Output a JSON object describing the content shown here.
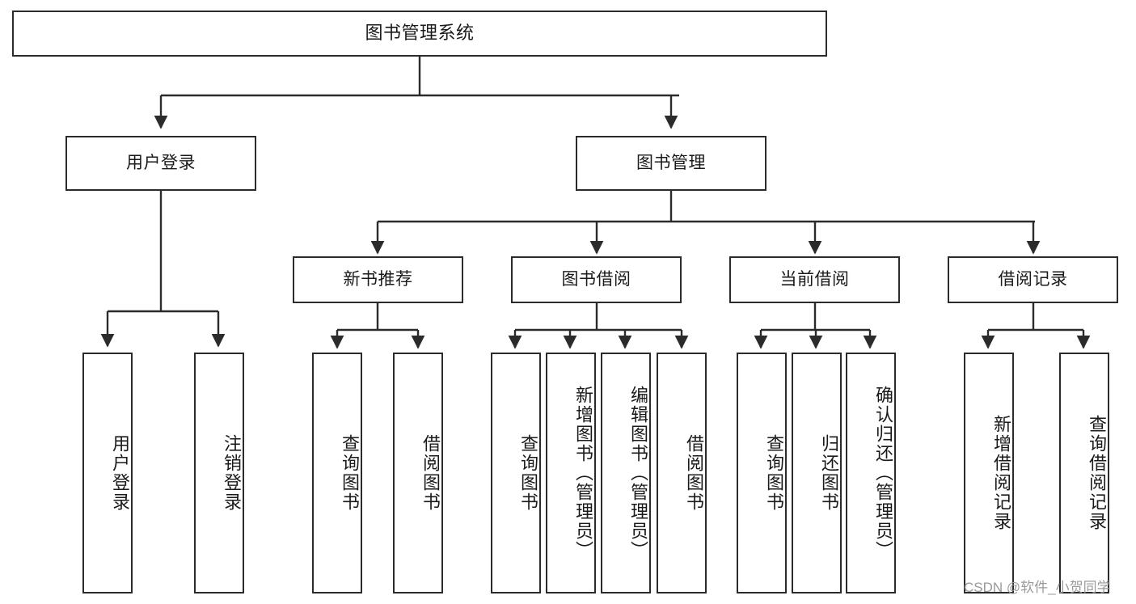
{
  "diagram": {
    "title": "图书管理系统",
    "type": "tree-hierarchy",
    "levels": 4,
    "colors": {
      "stroke": "#2b2b2b",
      "fill": "#ffffff",
      "text": "#1a1a1a",
      "watermark": "#9a9a9a"
    },
    "root": {
      "label": "图书管理系统"
    },
    "level2": [
      {
        "label": "用户登录"
      },
      {
        "label": "图书管理"
      }
    ],
    "level3": [
      {
        "label": "新书推荐"
      },
      {
        "label": "图书借阅"
      },
      {
        "label": "当前借阅"
      },
      {
        "label": "借阅记录"
      }
    ],
    "leaves": {
      "user_login": [
        {
          "label": "用户登录"
        },
        {
          "label": "注销登录"
        }
      ],
      "new_book_recommend": [
        {
          "label": "查询图书"
        },
        {
          "label": "借阅图书"
        }
      ],
      "book_borrow": [
        {
          "label": "查询图书"
        },
        {
          "label": "新增图书（管理员）"
        },
        {
          "label": "编辑图书（管理员）"
        },
        {
          "label": "借阅图书"
        }
      ],
      "current_borrow": [
        {
          "label": "查询图书"
        },
        {
          "label": "归还图书"
        },
        {
          "label": "确认归还（管理员）"
        }
      ],
      "borrow_record": [
        {
          "label": "新增借阅记录"
        },
        {
          "label": "查询借阅记录"
        }
      ]
    }
  },
  "watermark": {
    "text": "CSDN @软件_小贺同学"
  }
}
